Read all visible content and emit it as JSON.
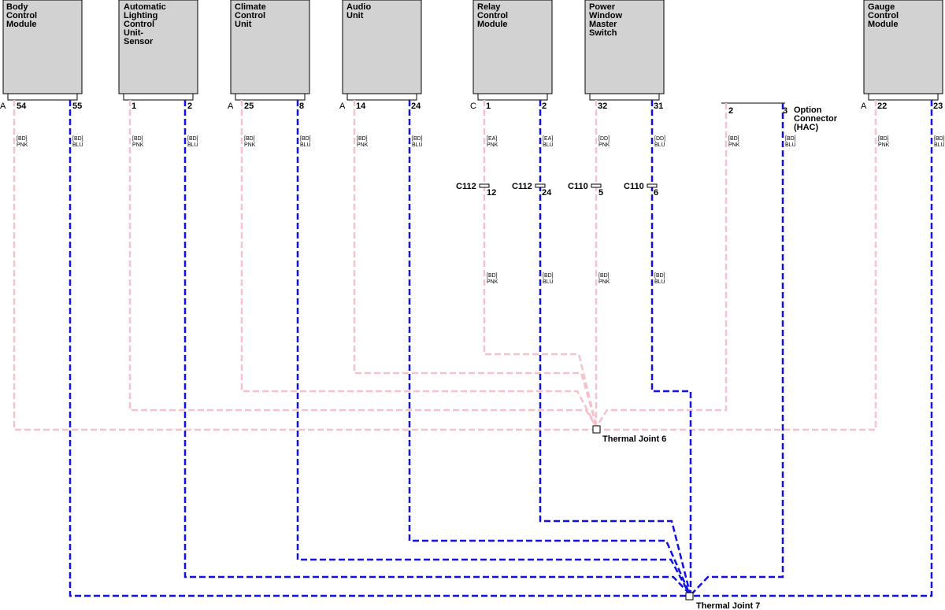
{
  "colors": {
    "pink_wire": "#f7c1cc",
    "blue_wire": "#1010e0",
    "module_fill": "#d2d2d2"
  },
  "modules": [
    {
      "id": "bcm",
      "title": [
        "Body",
        "Control",
        "Module"
      ],
      "connector": "A",
      "pins": [
        "54",
        "55"
      ]
    },
    {
      "id": "alc",
      "title": [
        "Automatic",
        "Lighting",
        "Control",
        "Unit-",
        "Sensor"
      ],
      "connector": "",
      "pins": [
        "1",
        "2"
      ]
    },
    {
      "id": "ccu",
      "title": [
        "Climate",
        "Control",
        "Unit"
      ],
      "connector": "A",
      "pins": [
        "25",
        "8"
      ]
    },
    {
      "id": "audio",
      "title": [
        "Audio",
        "Unit"
      ],
      "connector": "A",
      "pins": [
        "14",
        "24"
      ]
    },
    {
      "id": "rcm",
      "title": [
        "Relay",
        "Control",
        "Module"
      ],
      "connector": "C",
      "pins": [
        "1",
        "2"
      ]
    },
    {
      "id": "pwms",
      "title": [
        "Power",
        "Window",
        "Master",
        "Switch"
      ],
      "connector": "",
      "pins": [
        "32",
        "31"
      ]
    },
    {
      "id": "gcm",
      "title": [
        "Gauge",
        "Control",
        "Module"
      ],
      "connector": "A",
      "pins": [
        "22",
        "23"
      ]
    }
  ],
  "option_connector": {
    "pins": [
      "2",
      "3"
    ],
    "label": [
      "Option",
      "Connector",
      "(HAC)"
    ]
  },
  "wire_labels": {
    "bd_pnk": [
      "[BD]",
      "PNK"
    ],
    "bd_blu": [
      "[BD]",
      "BLU"
    ],
    "ea_pnk": [
      "[EA]",
      "PNK"
    ],
    "ea_blu": [
      "[EA]",
      "BLU"
    ],
    "dd_pnk": [
      "[DD]",
      "PNK"
    ],
    "dd_blu": [
      "[DD]",
      "BLU"
    ]
  },
  "inline_connectors": [
    {
      "name": "C112",
      "pin": "12"
    },
    {
      "name": "C112",
      "pin": "24"
    },
    {
      "name": "C110",
      "pin": "5"
    },
    {
      "name": "C110",
      "pin": "6"
    }
  ],
  "joints": {
    "tj6": "Thermal Joint 6",
    "tj7": "Thermal Joint 7"
  }
}
